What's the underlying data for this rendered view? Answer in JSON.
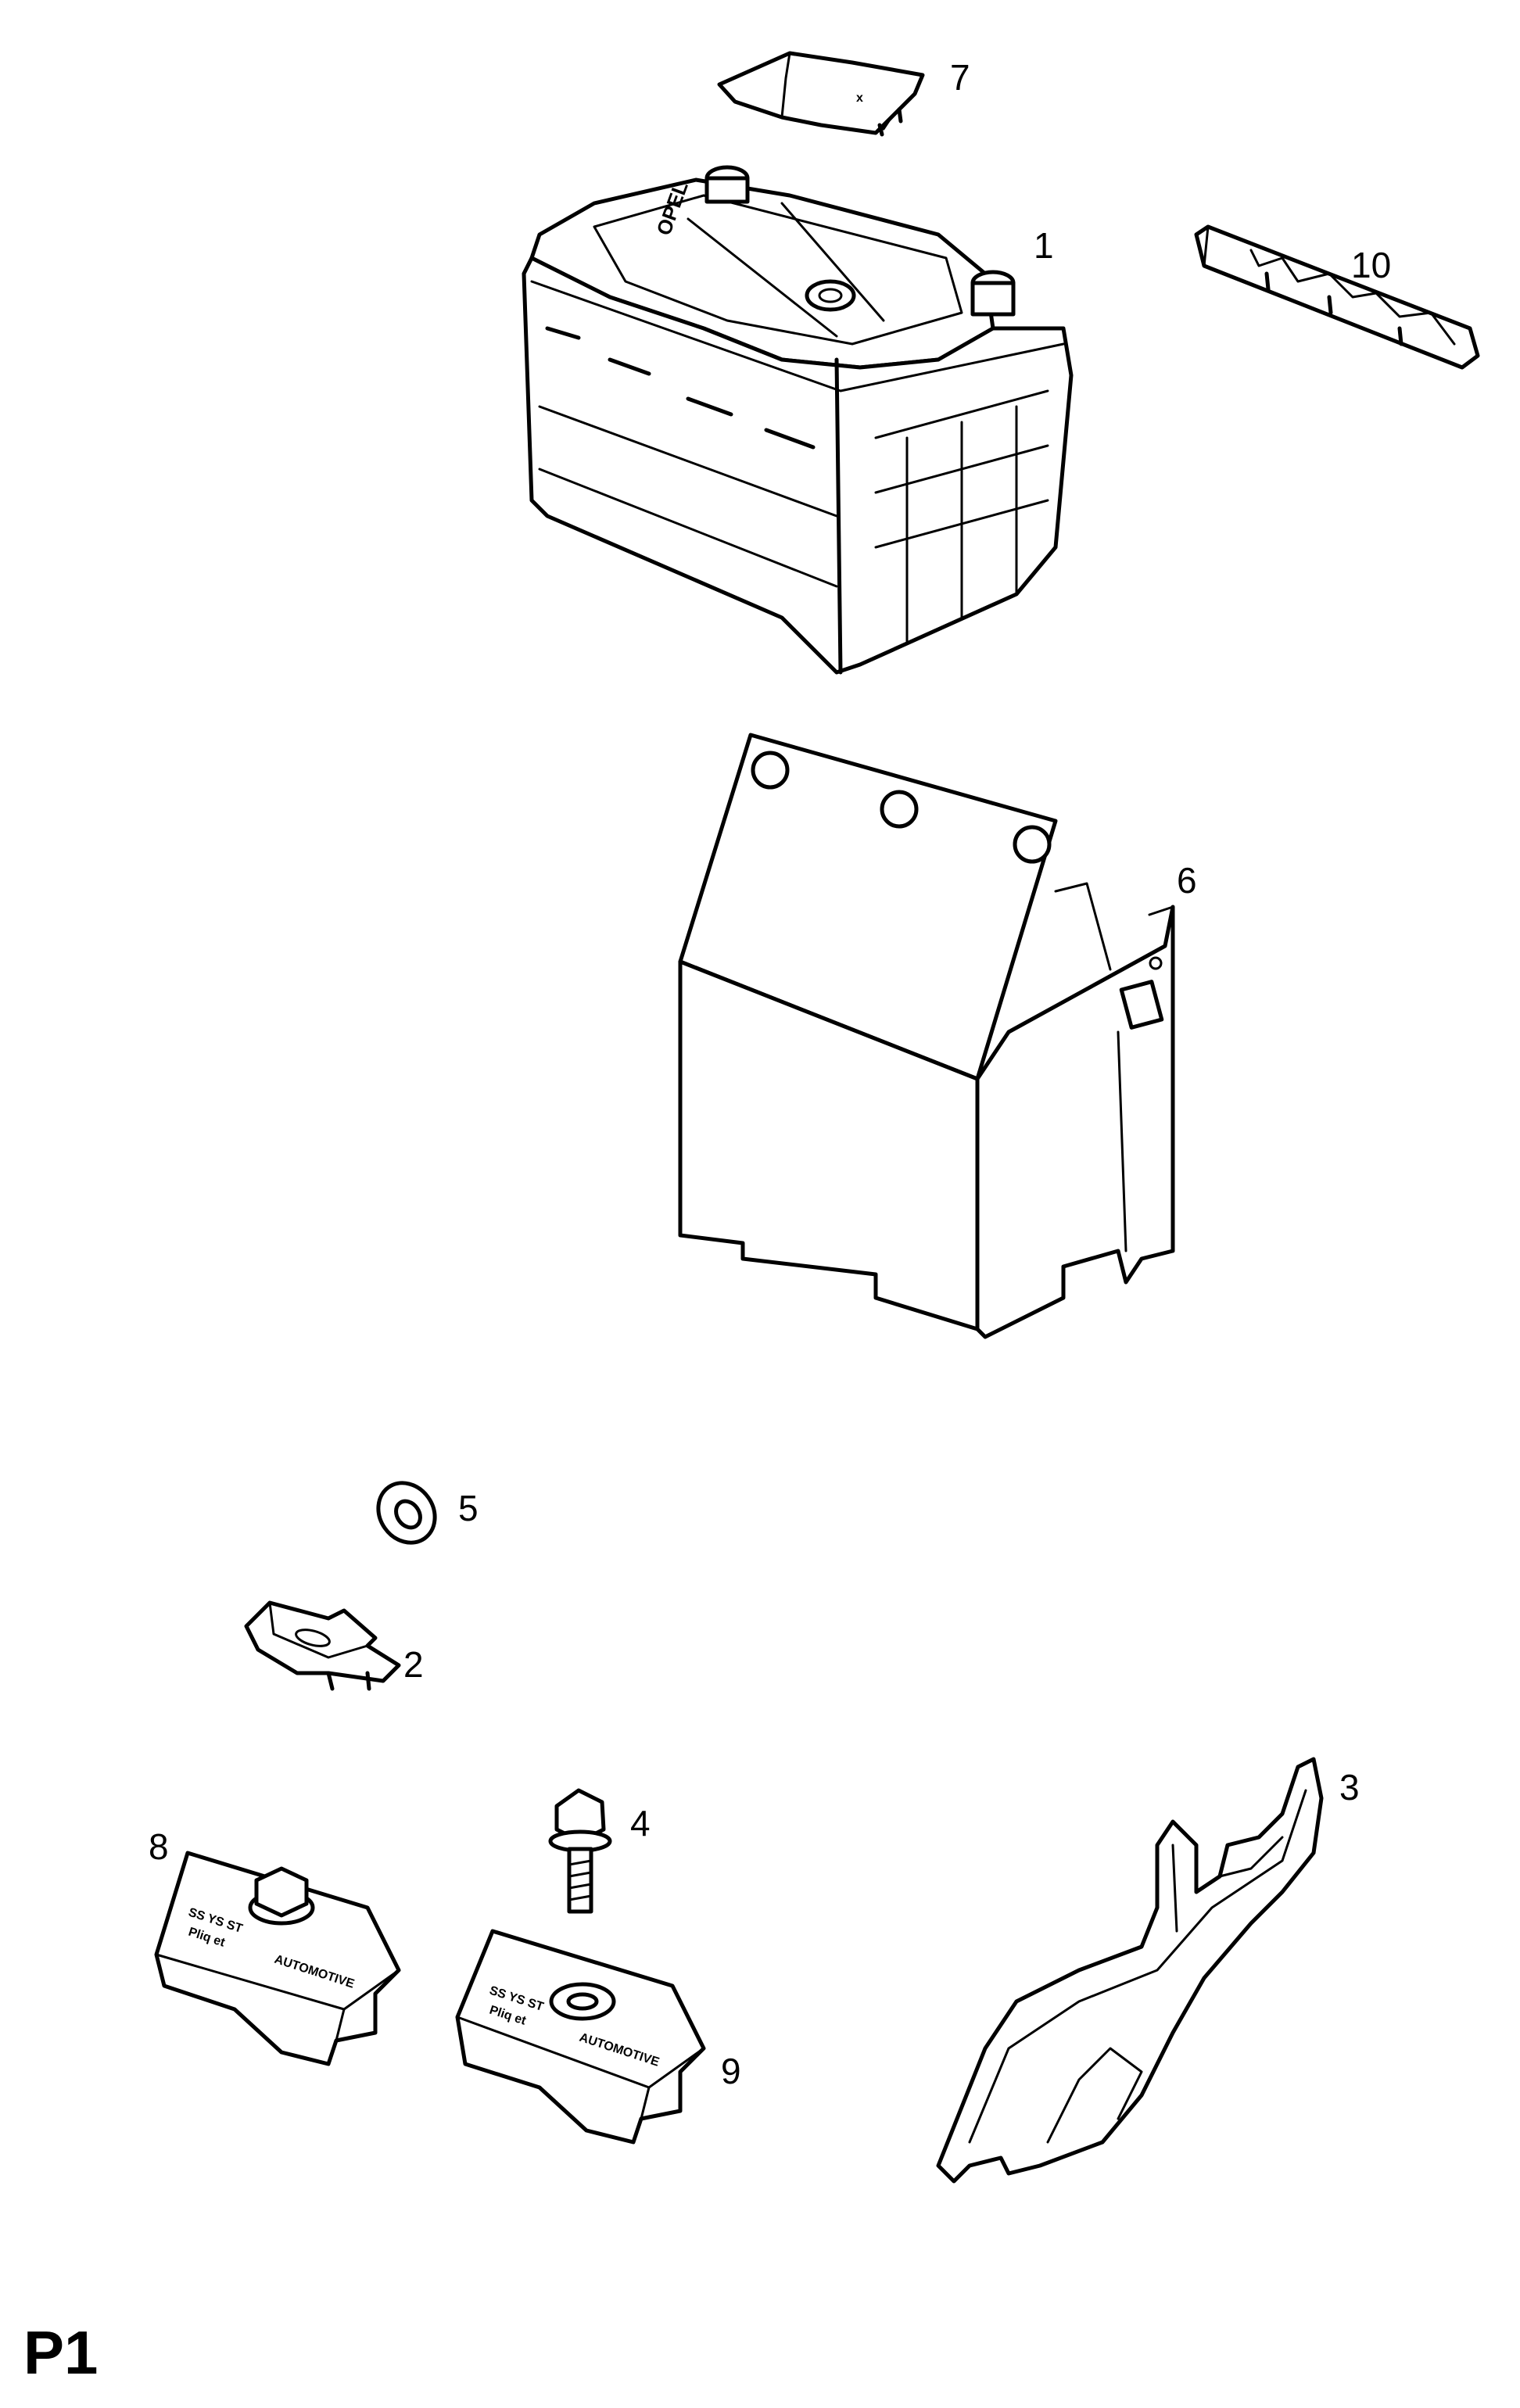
{
  "page_code": "P1",
  "callouts": {
    "battery": "1",
    "hold_down_clamp": "2",
    "battery_tray_bracket": "3",
    "bolt": "4",
    "washer": "5",
    "battery_insulator_box": "6",
    "terminal_cover": "7",
    "clamp_block_bolted": "8",
    "clamp_block": "9",
    "strip": "10"
  },
  "battery_lid_text": "OPEL",
  "clamp_block_text": {
    "line1": "SS YS ST",
    "line2": "Pliq et",
    "line3": "AUTOMOTIVE"
  }
}
